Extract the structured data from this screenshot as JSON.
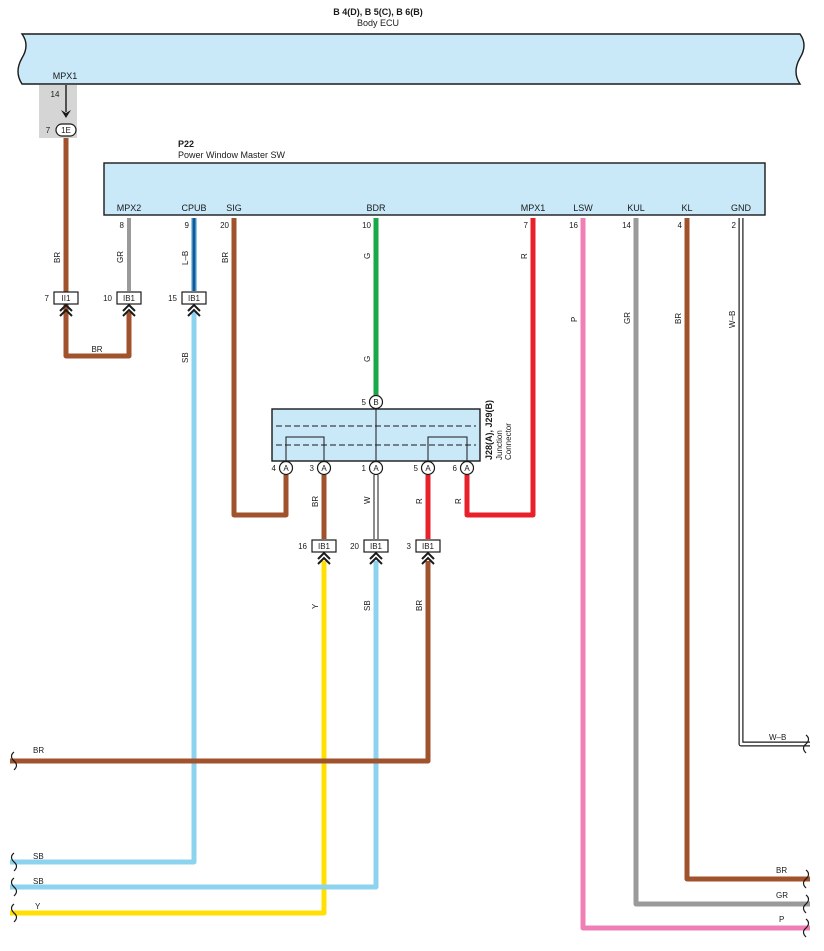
{
  "ecu": {
    "title": "B 4(D), B 5(C), B 6(B)",
    "name": "Body ECU",
    "terminal": "MPX1",
    "pin": "14",
    "connector_pin": "7",
    "connector_id": "1E"
  },
  "master_sw": {
    "code": "P22",
    "name": "Power Window Master SW",
    "terminals": [
      {
        "label": "MPX2",
        "pin": "8"
      },
      {
        "label": "CPUB",
        "pin": "9"
      },
      {
        "label": "SIG",
        "pin": "20"
      },
      {
        "label": "BDR",
        "pin": "10"
      },
      {
        "label": "MPX1",
        "pin": "7"
      },
      {
        "label": "LSW",
        "pin": "16"
      },
      {
        "label": "KUL",
        "pin": "14"
      },
      {
        "label": "KL",
        "pin": "4"
      },
      {
        "label": "GND",
        "pin": "2"
      }
    ]
  },
  "junction": {
    "code": "J28(A), J29(B)",
    "name1": "Junction",
    "name2": "Connector",
    "top_pin": "5",
    "top_letter": "B",
    "bottom_pins": [
      {
        "pin": "4",
        "letter": "A"
      },
      {
        "pin": "3",
        "letter": "A"
      },
      {
        "pin": "1",
        "letter": "A"
      },
      {
        "pin": "5",
        "letter": "A"
      },
      {
        "pin": "6",
        "letter": "A"
      }
    ]
  },
  "connectors": {
    "upper": [
      {
        "pin": "7",
        "id": "II1"
      },
      {
        "pin": "10",
        "id": "IB1"
      },
      {
        "pin": "15",
        "id": "IB1"
      }
    ],
    "lower": [
      {
        "pin": "16",
        "id": "IB1"
      },
      {
        "pin": "20",
        "id": "IB1"
      },
      {
        "pin": "3",
        "id": "IB1"
      }
    ]
  },
  "wire_labels": {
    "mpx1": "BR",
    "mpx2": "GR",
    "cpub": "L–B",
    "loop": "BR",
    "sb_down": "SB",
    "sig": "BR",
    "bdr_top": "G",
    "bdr_mid": "G",
    "mpx1_r": "R",
    "lsw": "P",
    "kul": "GR",
    "kl": "BR",
    "gnd": "W–B",
    "j3": "BR",
    "j1": "W",
    "j5": "R",
    "j6": "R",
    "y_down": "Y",
    "sb_down2": "SB",
    "br_down": "BR",
    "out_br": "BR",
    "out_sb1": "SB",
    "out_sb2": "SB",
    "out_y": "Y",
    "gnd_out": "W–B",
    "kl_out": "BR",
    "kul_out": "GR",
    "lsw_out": "P"
  },
  "colors": {
    "BR": "#a0522d",
    "GR": "#9a9a9a",
    "SB": "#8dd3f0",
    "G": "#18a84a",
    "R": "#e8202a",
    "P": "#f07fb6",
    "Y": "#ffe000",
    "L": "#2f8fd8",
    "box": "#c9e8f8"
  }
}
